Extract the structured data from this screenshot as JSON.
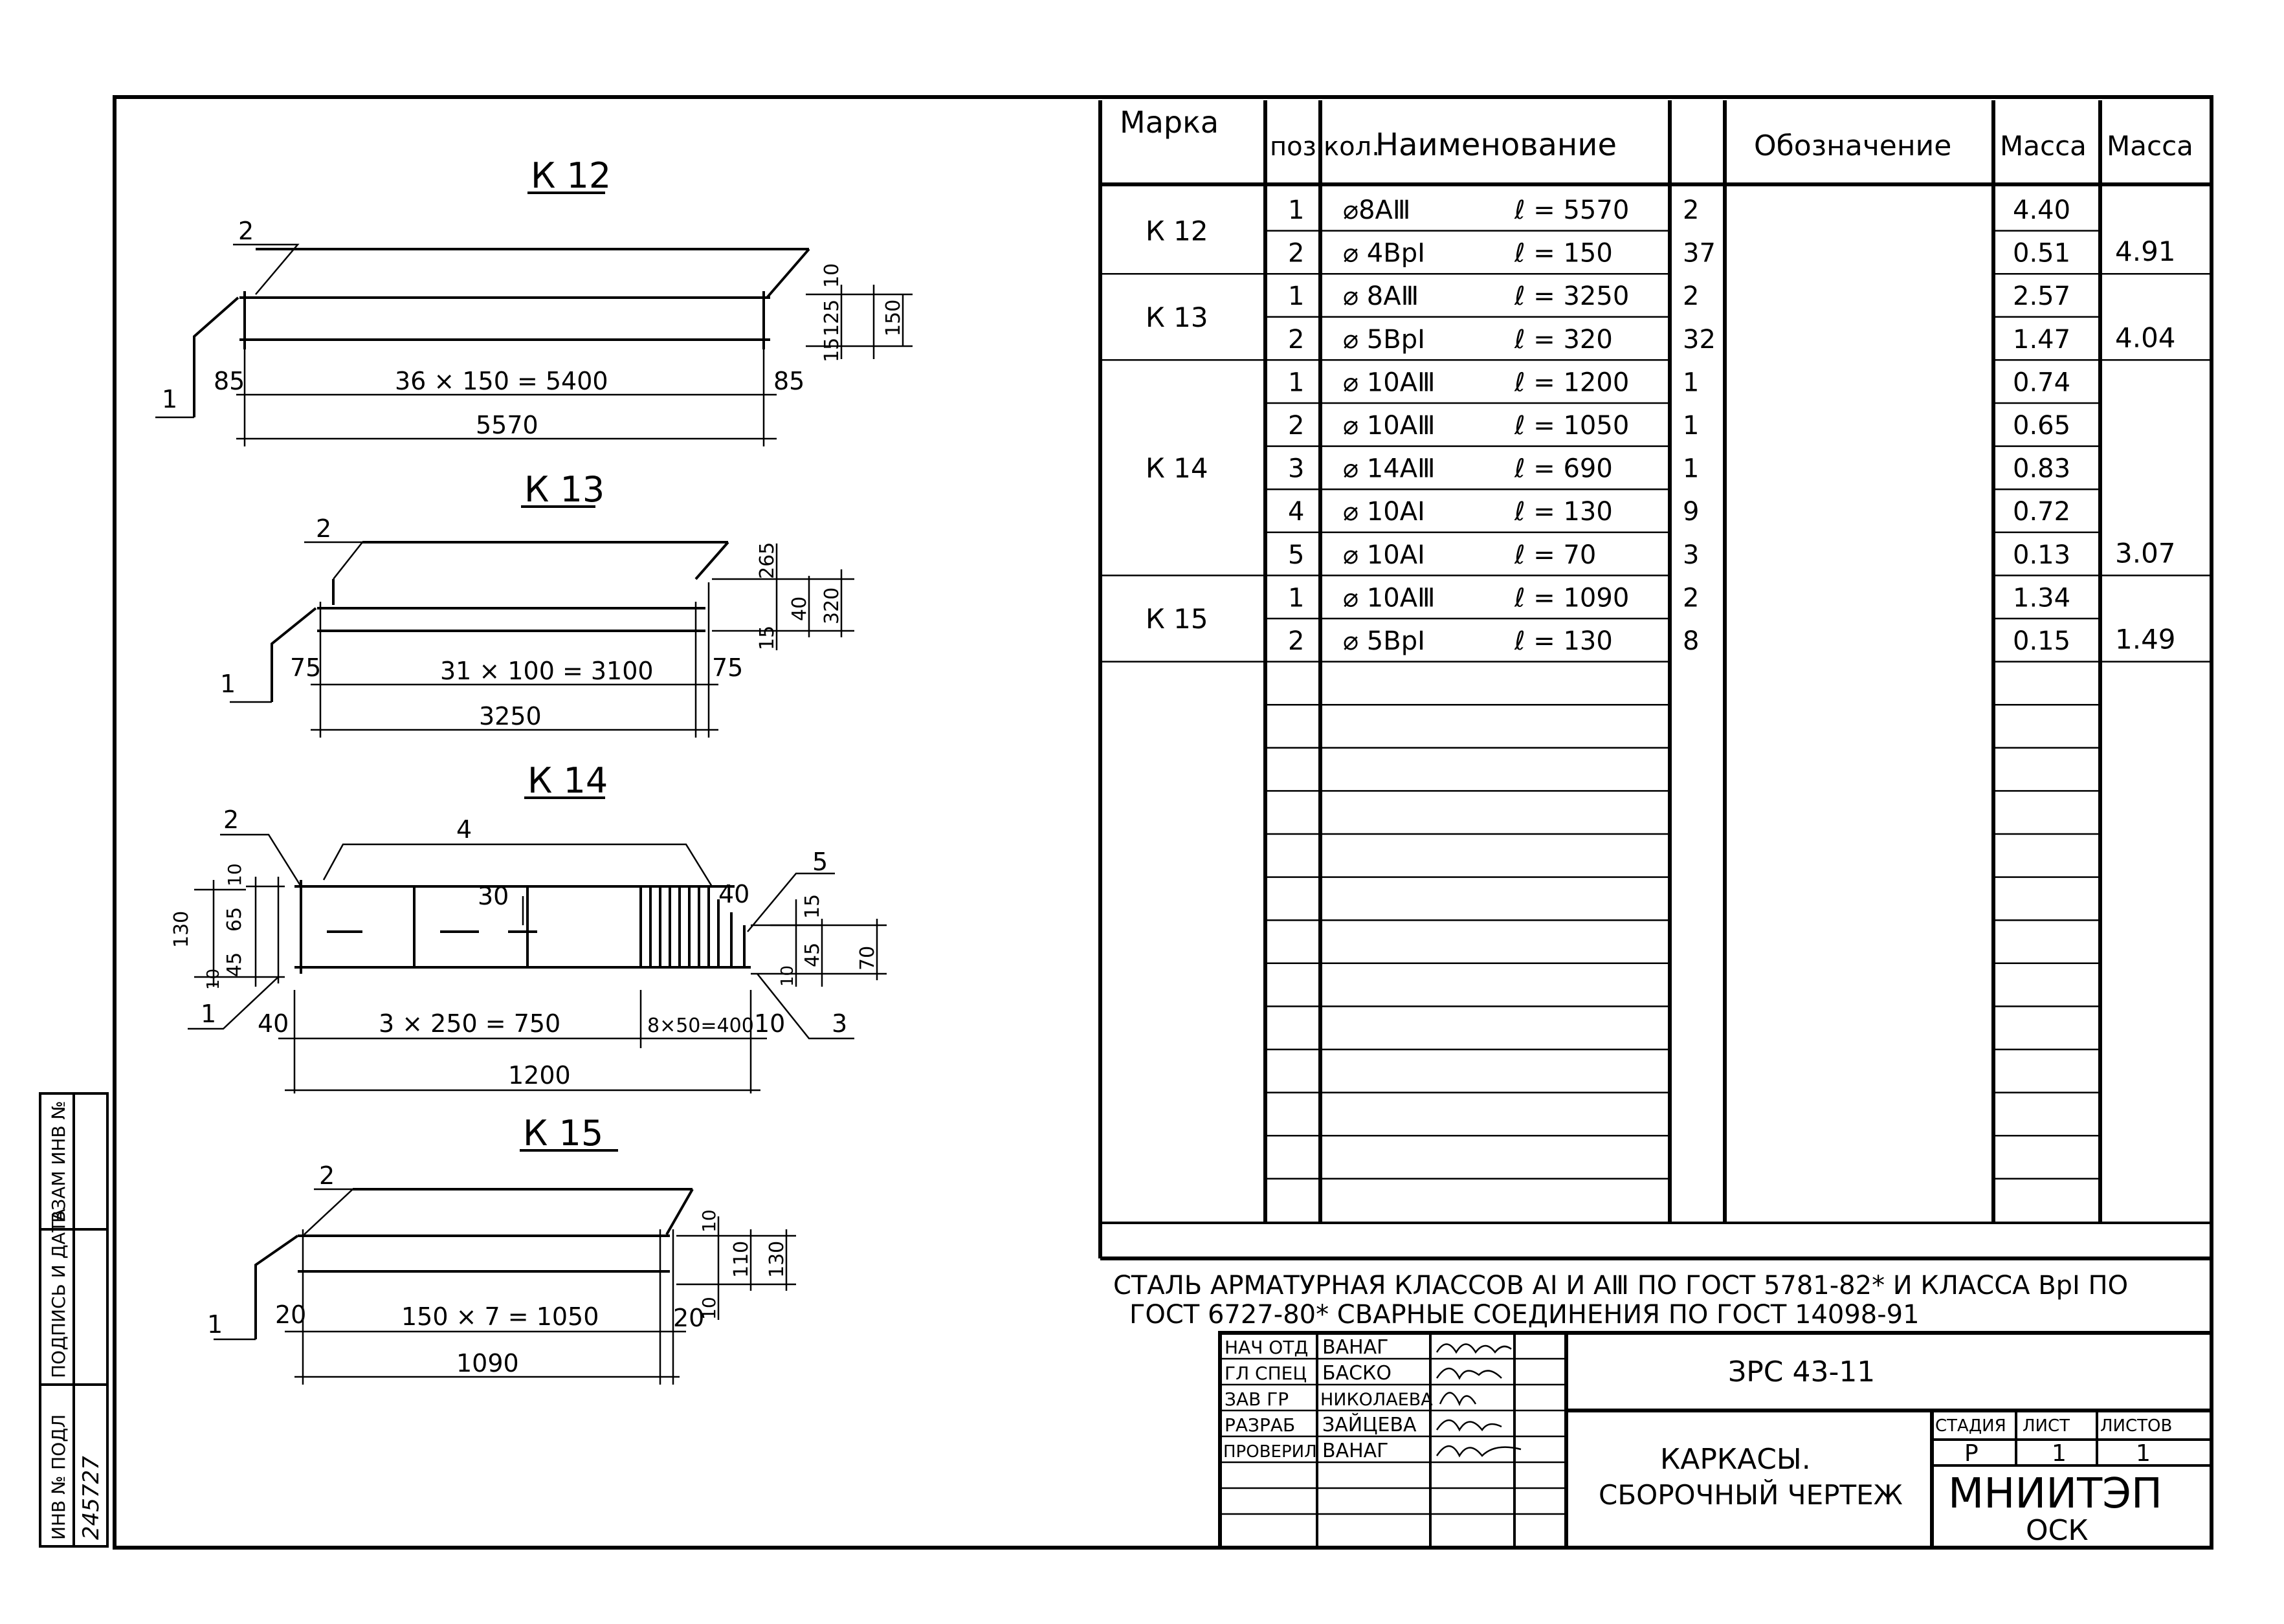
{
  "drawings": [
    {
      "title": "К 12",
      "pos_main": "2",
      "pos_cross": "1",
      "mid_dim": "36 × 150 = 5400",
      "left_end": "85",
      "right_end": "85",
      "total": "5570",
      "side_dims": [
        "10",
        "125",
        "15",
        "150"
      ]
    },
    {
      "title": "К 13",
      "pos_main": "2",
      "pos_cross": "1",
      "mid_dim": "31 × 100 = 3100",
      "left_end": "75",
      "right_end": "75",
      "total": "3250",
      "side_dims": [
        "265",
        "40",
        "15",
        "320"
      ]
    },
    {
      "title": "К 14",
      "pos_left": "2",
      "pos_top": "4",
      "pos_right": "5",
      "pos_bl": "1",
      "pos_br": "3",
      "left_dims": [
        "130",
        "10",
        "65",
        "45",
        "10"
      ],
      "inner_dim": "30",
      "right_small": "40",
      "right_dims": [
        "15",
        "45",
        "10",
        "70"
      ],
      "left_end": "40",
      "mid_dim": "3 × 250 = 750",
      "mid_dim2": "8×50=400",
      "right_end": "10",
      "total": "1200"
    },
    {
      "title": "К 15",
      "pos_main": "2",
      "pos_cross": "1",
      "mid_dim": "150 × 7 = 1050",
      "left_end": "20",
      "right_end": "20",
      "total": "1090",
      "side_dims": [
        "10",
        "110",
        "10",
        "130"
      ]
    }
  ],
  "spec": {
    "headers": [
      "Марка",
      "поз.",
      "Наименование",
      "кол.",
      "Обозначение",
      "Масса",
      "Масса"
    ],
    "groups": [
      {
        "mark": "К 12",
        "total": "4.91",
        "rows": [
          {
            "pos": "1",
            "name": "⌀8АⅢ",
            "len": "ℓ = 5570",
            "qty": "2",
            "mass": "4.40"
          },
          {
            "pos": "2",
            "name": "⌀ 4ВрⅠ",
            "len": "ℓ = 150",
            "qty": "37",
            "mass": "0.51"
          }
        ]
      },
      {
        "mark": "К 13",
        "total": "4.04",
        "rows": [
          {
            "pos": "1",
            "name": "⌀ 8АⅢ",
            "len": "ℓ = 3250",
            "qty": "2",
            "mass": "2.57"
          },
          {
            "pos": "2",
            "name": "⌀ 5ВрⅠ",
            "len": "ℓ = 320",
            "qty": "32",
            "mass": "1.47"
          }
        ]
      },
      {
        "mark": "К 14",
        "total": "3.07",
        "rows": [
          {
            "pos": "1",
            "name": "⌀ 10АⅢ",
            "len": "ℓ = 1200",
            "qty": "1",
            "mass": "0.74"
          },
          {
            "pos": "2",
            "name": "⌀ 10АⅢ",
            "len": "ℓ = 1050",
            "qty": "1",
            "mass": "0.65"
          },
          {
            "pos": "3",
            "name": "⌀ 14АⅢ",
            "len": "ℓ = 690",
            "qty": "1",
            "mass": "0.83"
          },
          {
            "pos": "4",
            "name": "⌀ 10АⅠ",
            "len": "ℓ = 130",
            "qty": "9",
            "mass": "0.72"
          },
          {
            "pos": "5",
            "name": "⌀ 10АⅠ",
            "len": "ℓ = 70",
            "qty": "3",
            "mass": "0.13"
          }
        ]
      },
      {
        "mark": "К 15",
        "total": "1.49",
        "rows": [
          {
            "pos": "1",
            "name": "⌀ 10АⅢ",
            "len": "ℓ = 1090",
            "qty": "2",
            "mass": "1.34"
          },
          {
            "pos": "2",
            "name": "⌀ 5ВрⅠ",
            "len": "ℓ = 130",
            "qty": "8",
            "mass": "0.15"
          }
        ]
      }
    ]
  },
  "notes": [
    "СТАЛЬ АРМАТУРНАЯ КЛАССОВ АⅠ И АⅢ ПО ГОСТ 5781-82* И КЛАССА ВрⅠ ПО",
    "ГОСТ 6727-80* СВАРНЫЕ СОЕДИНЕНИЯ ПО ГОСТ 14098-91"
  ],
  "title_block": {
    "sign_roles": [
      "НАЧ ОТД",
      "ГЛ СПЕЦ",
      "ЗАВ ГР",
      "РАЗРАБ",
      "ПРОВЕРИЛ"
    ],
    "sign_names": [
      "ВАНАГ",
      "БАСКО",
      "НИКОЛАЕВА",
      "ЗАЙЦЕВА",
      "ВАНАГ"
    ],
    "code": "ЗРС 43-11",
    "title_line1": "КАРКАСЫ.",
    "title_line2": "СБОРОЧНЫЙ ЧЕРТЕЖ",
    "stage_label": "СТАДИЯ",
    "sheet_label": "ЛИСТ",
    "sheets_label": "ЛИСТОВ",
    "stage": "Р",
    "sheet": "1",
    "sheets": "1",
    "org": "МНИИТЭП",
    "org_sub": "ОСК"
  },
  "side_stamp": {
    "labels": [
      "ИНВ № ПОДЛ",
      "ПОДПИСЬ И ДАТА",
      "ВЗАМ ИНВ №"
    ],
    "inv_value": "245727"
  }
}
